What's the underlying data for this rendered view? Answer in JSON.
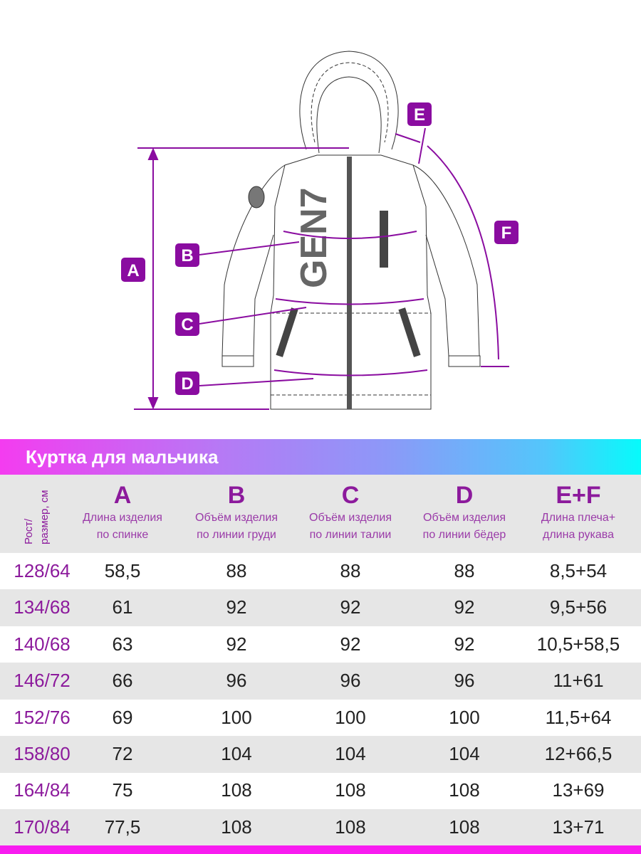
{
  "diagram": {
    "labels": [
      "A",
      "B",
      "C",
      "D",
      "E",
      "F"
    ],
    "logo": "GEN7",
    "accent": "#8a0ca0"
  },
  "table": {
    "title": "Куртка для мальчика",
    "size_header": [
      "Рост/",
      "размер, см"
    ],
    "columns": [
      {
        "letter": "A",
        "desc1": "Длина изделия",
        "desc2": "по спинке"
      },
      {
        "letter": "B",
        "desc1": "Объём изделия",
        "desc2": "по линии груди"
      },
      {
        "letter": "C",
        "desc1": "Объём изделия",
        "desc2": "по линии талии"
      },
      {
        "letter": "D",
        "desc1": "Объём изделия",
        "desc2": "по линии бёдер"
      },
      {
        "letter": "E+F",
        "desc1": "Длина плеча+",
        "desc2": "длина рукава"
      }
    ],
    "rows": [
      [
        "128/64",
        "58,5",
        "88",
        "88",
        "88",
        "8,5+54"
      ],
      [
        "134/68",
        "61",
        "92",
        "92",
        "92",
        "9,5+56"
      ],
      [
        "140/68",
        "63",
        "92",
        "92",
        "92",
        "10,5+58,5"
      ],
      [
        "146/72",
        "66",
        "96",
        "96",
        "96",
        "11+61"
      ],
      [
        "152/76",
        "69",
        "100",
        "100",
        "100",
        "11,5+64"
      ],
      [
        "158/80",
        "72",
        "104",
        "104",
        "104",
        "12+66,5"
      ],
      [
        "164/84",
        "75",
        "108",
        "108",
        "108",
        "13+69"
      ],
      [
        "170/84",
        "77,5",
        "108",
        "108",
        "108",
        "13+71"
      ]
    ]
  }
}
